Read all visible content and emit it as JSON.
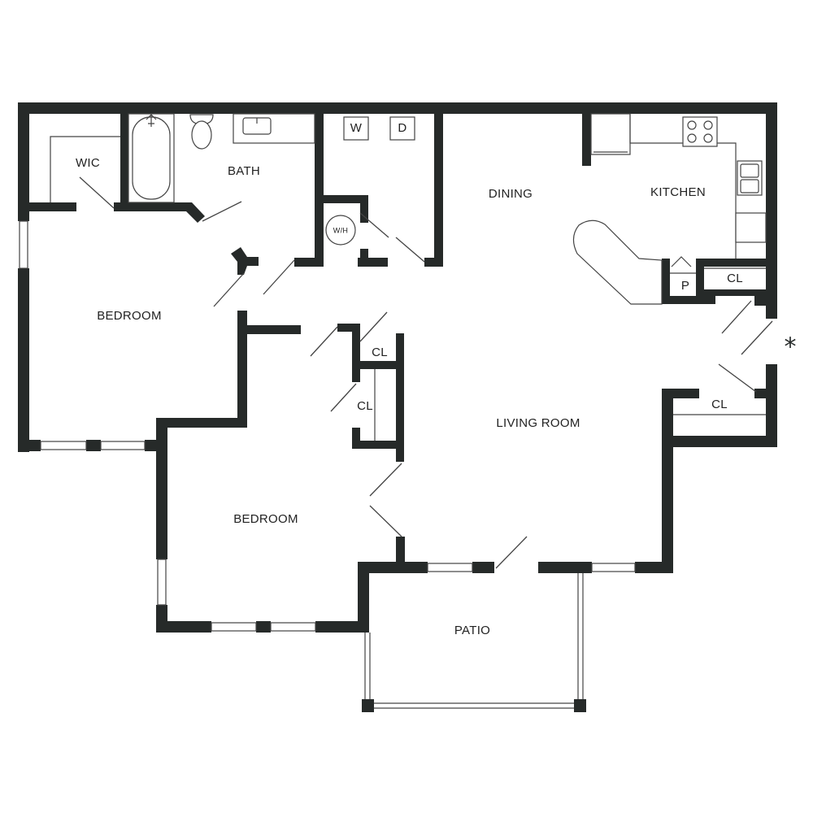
{
  "colors": {
    "wall": "#262a29",
    "line": "#444444",
    "text": "#222222"
  },
  "rooms": {
    "wic": "WIC",
    "bath": "BATH",
    "washer": "W",
    "dryer": "D",
    "water_heater": "W/H",
    "dining": "DINING",
    "kitchen": "KITCHEN",
    "bedroom_1": "BEDROOM",
    "bedroom_2": "BEDROOM",
    "closet_hall_upper": "CL",
    "closet_hall_lower": "CL",
    "living_room": "LIVING ROOM",
    "pantry": "P",
    "closet_kitchen": "CL",
    "closet_entry": "CL",
    "patio": "PATIO"
  },
  "entry_marker": "*"
}
